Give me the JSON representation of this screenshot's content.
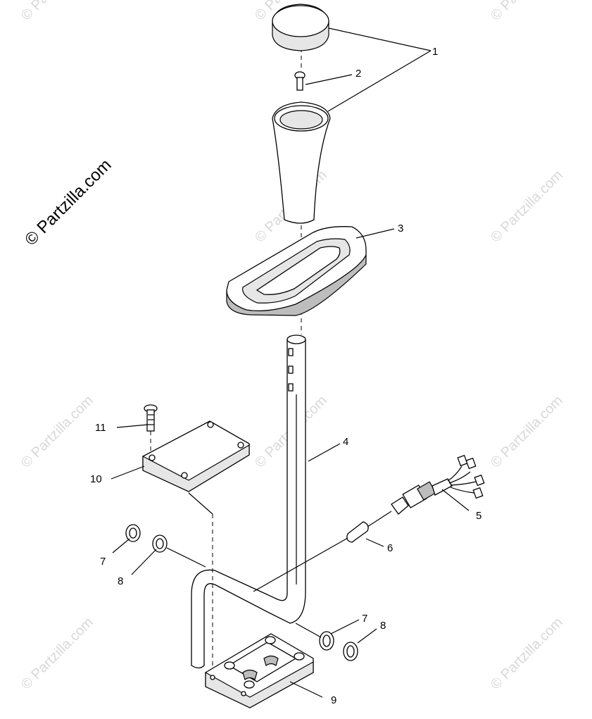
{
  "watermark": {
    "main": "© Partzilla.com",
    "faint": "© Partzilla.com"
  },
  "callouts": {
    "c1": "1",
    "c2": "2",
    "c3": "3",
    "c4": "4",
    "c5": "5",
    "c6": "6",
    "c7a": "7",
    "c8a": "8",
    "c7b": "7",
    "c8b": "8",
    "c9": "9",
    "c10": "10",
    "c11": "11"
  }
}
